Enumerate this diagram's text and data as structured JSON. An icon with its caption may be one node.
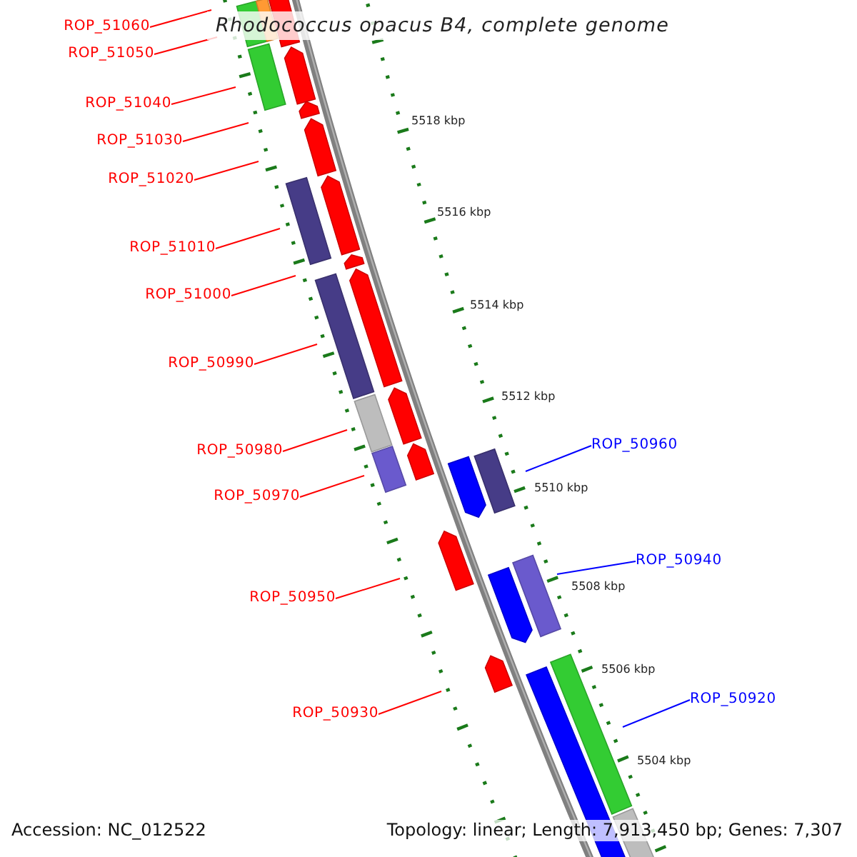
{
  "diagram": {
    "title": "Rhodococcus opacus B4, complete genome",
    "nodes": [
      {
        "text": [
          "ROP_51060"
        ]
      },
      {
        "text": [
          "ROP_51050"
        ]
      },
      {
        "text": [
          "ROP_51040"
        ]
      },
      {
        "text": [
          "ROP_51030"
        ]
      },
      {
        "text": [
          "ROP_51020"
        ]
      },
      {
        "text": [
          "ROP_51010"
        ]
      },
      {
        "text": [
          "ROP_51000"
        ]
      },
      {
        "text": [
          "ROP_50990"
        ]
      },
      {
        "text": [
          "ROP_50980"
        ]
      },
      {
        "text": [
          "ROP_50960"
        ]
      },
      {
        "text": [
          "ROP_50970"
        ]
      },
      {
        "text": [
          "ROP_50940"
        ]
      },
      {
        "text": [
          "ROP_50950"
        ]
      },
      {
        "text": [
          "ROP_50920"
        ]
      },
      {
        "text": [
          "ROP_50930"
        ]
      }
    ],
    "edges": [
      {
        "from": 0,
        "to": null,
        "arrow": "none"
      },
      {
        "from": 1,
        "to": null,
        "arrow": "none"
      },
      {
        "from": 2,
        "to": null,
        "arrow": "none"
      },
      {
        "from": 3,
        "to": null,
        "arrow": "none"
      },
      {
        "from": 4,
        "to": null,
        "arrow": "none"
      },
      {
        "from": 5,
        "to": null,
        "arrow": "none"
      },
      {
        "from": 6,
        "to": null,
        "arrow": "none"
      },
      {
        "from": 7,
        "to": null,
        "arrow": "none"
      },
      {
        "from": 8,
        "to": null,
        "arrow": "none"
      },
      {
        "from": 9,
        "to": null,
        "arrow": "none",
        "color": "#0000ff"
      },
      {
        "from": 10,
        "to": null,
        "arrow": "none"
      },
      {
        "from": 11,
        "to": null,
        "arrow": "none",
        "color": "#0000ff"
      },
      {
        "from": 12,
        "to": null,
        "arrow": "none"
      },
      {
        "from": 13,
        "to": null,
        "arrow": "none",
        "color": "#0000ff"
      },
      {
        "from": 14,
        "to": null,
        "arrow": "none"
      }
    ],
    "labels": [
      "5518 kbp",
      "5516 kbp",
      "5514 kbp",
      "5512 kbp",
      "5510 kbp",
      "5508 kbp",
      "5506 kbp",
      "5504 kbp",
      "Accession: NC_012522",
      "Topology: linear; Length: 7,913,450 bp; Genes: 7,307"
    ]
  }
}
